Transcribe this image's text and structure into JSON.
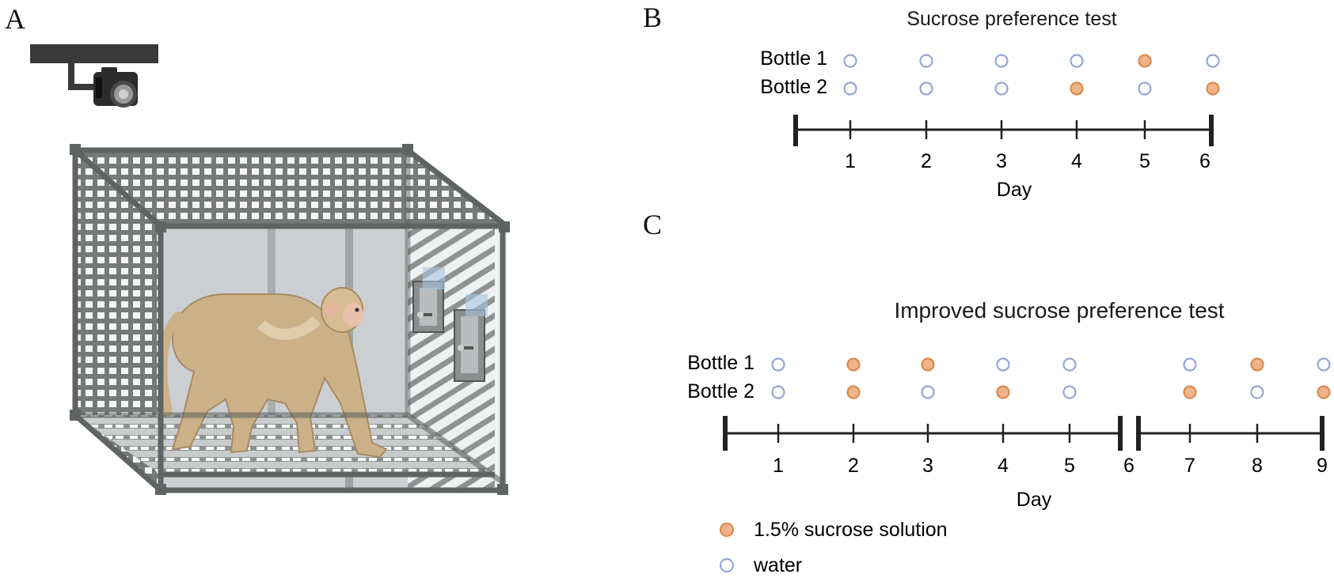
{
  "panels": {
    "a": {
      "letter": "A"
    },
    "b": {
      "letter": "B",
      "title": "Sucrose preference test",
      "row_labels": [
        "Bottle 1",
        "Bottle 2"
      ],
      "days": [
        "1",
        "2",
        "3",
        "4",
        "5",
        "6"
      ],
      "bottle1": [
        "water",
        "water",
        "water",
        "water",
        "sucrose",
        "water"
      ],
      "bottle2": [
        "water",
        "water",
        "water",
        "sucrose",
        "water",
        "sucrose"
      ],
      "axis_label": "Day"
    },
    "c": {
      "letter": "C",
      "title": "Improved sucrose preference test",
      "row_labels": [
        "Bottle 1",
        "Bottle 2"
      ],
      "days": [
        "1",
        "2",
        "3",
        "4",
        "5",
        "6",
        "7",
        "8",
        "9"
      ],
      "marker_days": [
        "1",
        "2",
        "3",
        "4",
        "5",
        "7",
        "8",
        "9"
      ],
      "bottle1": [
        "water",
        "sucrose",
        "sucrose",
        "water",
        "water",
        "water",
        "sucrose",
        "water"
      ],
      "bottle2": [
        "water",
        "sucrose",
        "water",
        "sucrose",
        "water",
        "sucrose",
        "water",
        "sucrose"
      ],
      "axis_label": "Day"
    }
  },
  "legend": [
    {
      "key": "sucrose",
      "label": "1.5% sucrose solution"
    },
    {
      "key": "water",
      "label": "water"
    }
  ],
  "colors": {
    "sucrose_fill": "#F0B48A",
    "sucrose_stroke": "#D98B4E",
    "water_fill": "#FFFFFF",
    "water_stroke": "#98A6D6",
    "axis": "#222222"
  }
}
